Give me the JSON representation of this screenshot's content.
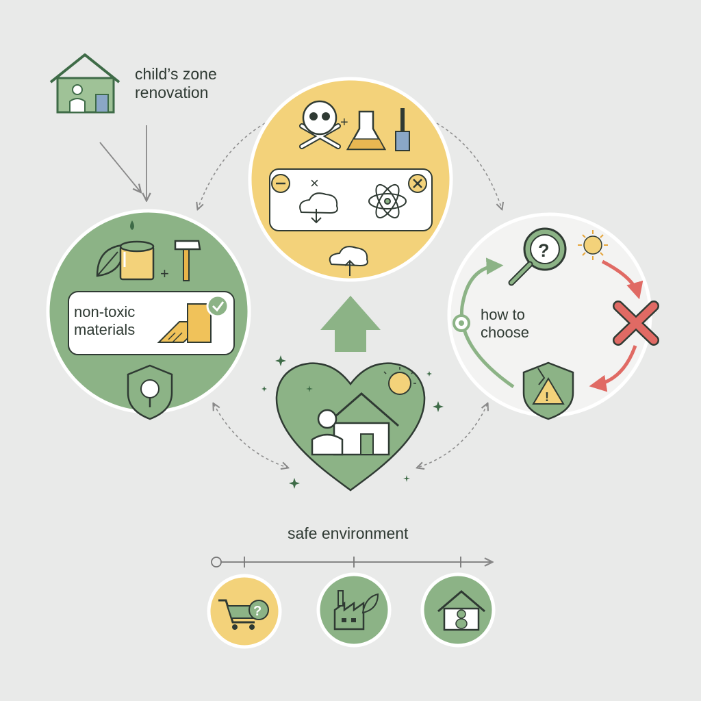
{
  "title": "child’s zone\nrenovation",
  "materials": {
    "label": "non-toxic\nmaterials"
  },
  "choose": {
    "label": "how to\nchoose"
  },
  "center": {
    "label": "safe environment"
  },
  "icons": [
    "house-child-icon",
    "skull-crossbones-icon",
    "flask-icon",
    "paintbrush-icon",
    "cloud-download-icon",
    "cloud-upload-icon",
    "atom-icon",
    "leaf-icon",
    "paint-can-icon",
    "hammer-icon",
    "wood-planks-icon",
    "check-badge-icon",
    "shield-tree-icon",
    "magnifier-question-icon",
    "sun-icon",
    "red-x-icon",
    "shield-warning-icon",
    "heart-home-icon",
    "cart-question-icon",
    "eco-factory-icon",
    "home-teddy-icon"
  ],
  "colors": {
    "background": "#e9eae9",
    "green": "#8cb386",
    "dark_green": "#3e6b47",
    "yellow": "#f3d27a",
    "red": "#e06a64",
    "ink": "#2f3a33"
  }
}
